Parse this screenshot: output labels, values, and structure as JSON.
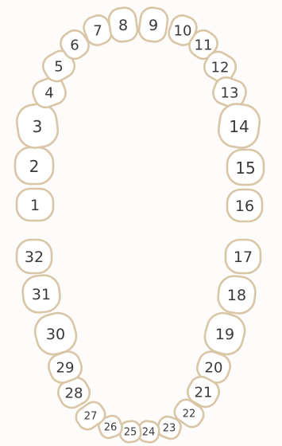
{
  "chart_data": {
    "type": "dental-chart",
    "numbering_system": "Universal (1-32)",
    "arches": [
      {
        "name": "upper",
        "teeth": [
          {
            "number": "1"
          },
          {
            "number": "2"
          },
          {
            "number": "3"
          },
          {
            "number": "4"
          },
          {
            "number": "5"
          },
          {
            "number": "6"
          },
          {
            "number": "7"
          },
          {
            "number": "8"
          },
          {
            "number": "9"
          },
          {
            "number": "10"
          },
          {
            "number": "11"
          },
          {
            "number": "12"
          },
          {
            "number": "13"
          },
          {
            "number": "14"
          },
          {
            "number": "15"
          },
          {
            "number": "16"
          }
        ]
      },
      {
        "name": "lower",
        "teeth": [
          {
            "number": "17"
          },
          {
            "number": "18"
          },
          {
            "number": "19"
          },
          {
            "number": "20"
          },
          {
            "number": "21"
          },
          {
            "number": "22"
          },
          {
            "number": "23"
          },
          {
            "number": "24"
          },
          {
            "number": "25"
          },
          {
            "number": "26"
          },
          {
            "number": "27"
          },
          {
            "number": "28"
          },
          {
            "number": "29"
          },
          {
            "number": "30"
          },
          {
            "number": "31"
          },
          {
            "number": "32"
          }
        ]
      }
    ]
  },
  "colors": {
    "tooth_outline": "#d8c6a6",
    "tooth_fill": "#ffffff",
    "label_text": "#3a3a3a",
    "background": "#fdfcfa"
  }
}
